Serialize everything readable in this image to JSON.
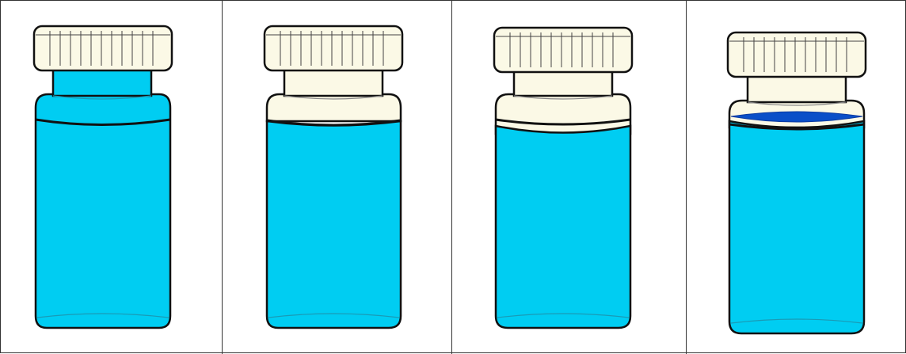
{
  "colors": {
    "liquid": "#00cdf2",
    "dark_liquid": "#0a4fc8",
    "cap": "#fbf9e6",
    "outline": "#111111",
    "background": "#ffffff",
    "panel_border": "#333333"
  },
  "panels": [
    {
      "name": "vial-full",
      "liquid_level": "to-neck"
    },
    {
      "name": "vial-headspace-neck",
      "liquid_level": "shoulder"
    },
    {
      "name": "vial-headspace-shoulder",
      "liquid_level": "below-shoulder"
    },
    {
      "name": "vial-layered",
      "liquid_level": "below-shoulder",
      "top_layer": "dark-blue"
    }
  ]
}
